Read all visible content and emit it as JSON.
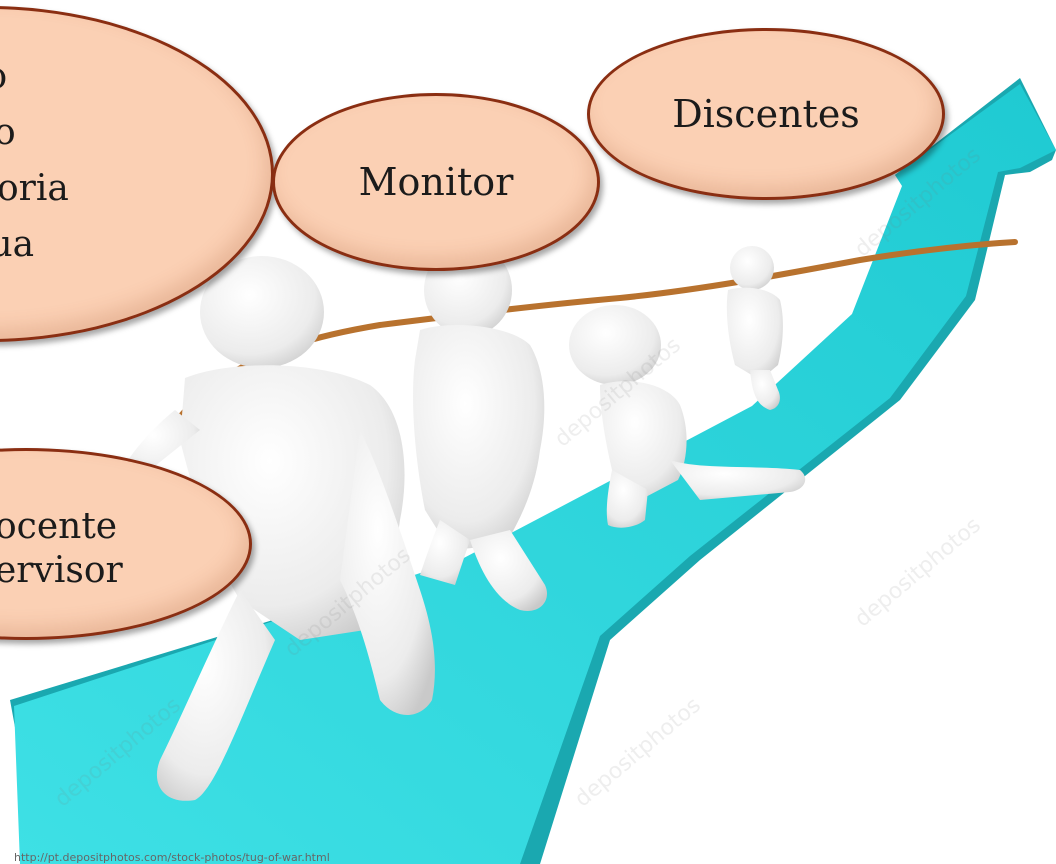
{
  "bubbles": {
    "clipped_lines": [
      "to",
      "do",
      "itoria",
      "sua"
    ],
    "monitor": "Monitor",
    "discentes": "Discentes",
    "docente_lines": [
      "ocente",
      "ervisor"
    ]
  },
  "watermark": "depositphotos",
  "source_url": "http://pt.depositphotos.com/stock-photos/tug-of-war.html",
  "colors": {
    "arrow": "#2fd6dc",
    "arrow_shadow": "#1aa8b0",
    "bubble_fill": "#fbd0b4",
    "bubble_border": "#8a2e12",
    "rope": "#b8722e",
    "figure": "#f2f2f2"
  }
}
